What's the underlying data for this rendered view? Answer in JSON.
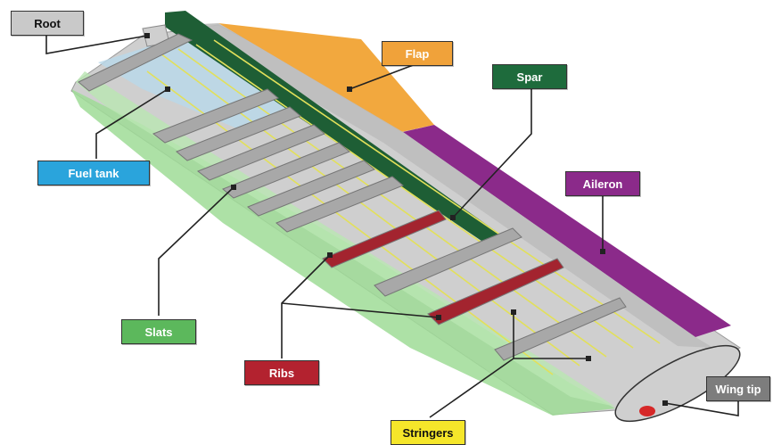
{
  "labels": {
    "root": {
      "text": "Root",
      "bg": "#c9c9c9",
      "fg": "#111111"
    },
    "flap": {
      "text": "Flap",
      "bg": "#f0a23a",
      "fg": "#ffffff"
    },
    "spar": {
      "text": "Spar",
      "bg": "#1e6b3c",
      "fg": "#ffffff"
    },
    "fuel_tank": {
      "text": "Fuel tank",
      "bg": "#2aa4dc",
      "fg": "#ffffff"
    },
    "aileron": {
      "text": "Aileron",
      "bg": "#8b2a8a",
      "fg": "#ffffff"
    },
    "slats": {
      "text": "Slats",
      "bg": "#5cb85c",
      "fg": "#ffffff"
    },
    "ribs": {
      "text": "Ribs",
      "bg": "#b3222f",
      "fg": "#ffffff"
    },
    "stringers": {
      "text": "Stringers",
      "bg": "#f5e62a",
      "fg": "#111111"
    },
    "wing_tip": {
      "text": "Wing tip",
      "bg": "#7d7d7d",
      "fg": "#ffffff"
    }
  },
  "colors": {
    "skin_gray": "#bdbdbd",
    "skin_light": "#d9d9d9",
    "slat_green": "#8fd08a",
    "flap_orange": "#f2a83e",
    "aileron_purple": "#8b2a8a",
    "spar_green": "#1e5e35",
    "rib_gray": "#a8a8a8",
    "rib_red": "#a3242f",
    "stringer_yellow": "#e2e05a",
    "tip_red": "#d62828"
  }
}
